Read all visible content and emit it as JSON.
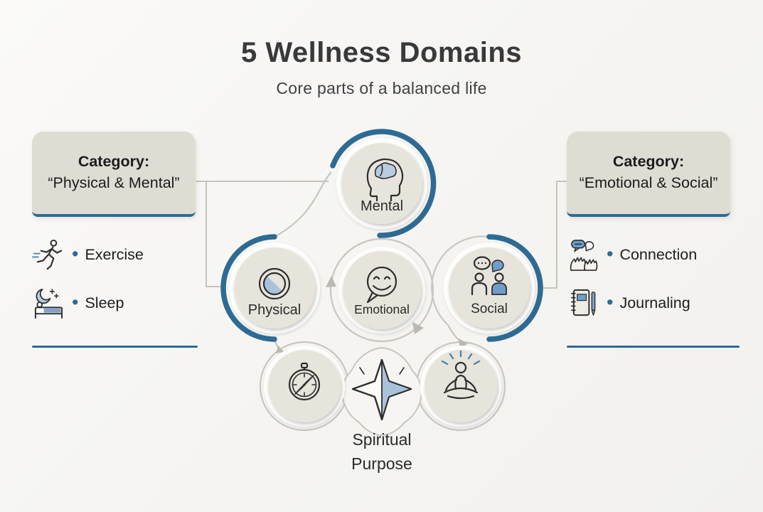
{
  "header": {
    "title": "5 Wellness Domains",
    "subtitle": "Core parts of a balanced life"
  },
  "left_panel": {
    "category_label": "Category:",
    "category_value": "“Physical & Mental”",
    "items": [
      {
        "icon": "running-icon",
        "label": "Exercise"
      },
      {
        "icon": "sleep-icon",
        "label": "Sleep"
      }
    ]
  },
  "right_panel": {
    "category_label": "Category:",
    "category_value": "“Emotional & Social”",
    "items": [
      {
        "icon": "connection-icon",
        "label": "Connection"
      },
      {
        "icon": "journal-icon",
        "label": "Journaling"
      }
    ]
  },
  "domains": {
    "mental": "Mental",
    "physical": "Physical",
    "emotional": "Emotional",
    "social": "Social",
    "spiritual_line1": "Spiritual",
    "spiritual_line2": "Purpose"
  },
  "bullet": "•",
  "colors": {
    "accent_blue": "#2d6b94",
    "connector_gray": "#c8c6c1",
    "circle_fill": "#e7e4dc",
    "box_fill": "#dfdcd3",
    "icon_blue_light": "#a9c2da",
    "icon_blue_medium": "#6f9ecb",
    "text_dark": "#1d1d1f"
  }
}
